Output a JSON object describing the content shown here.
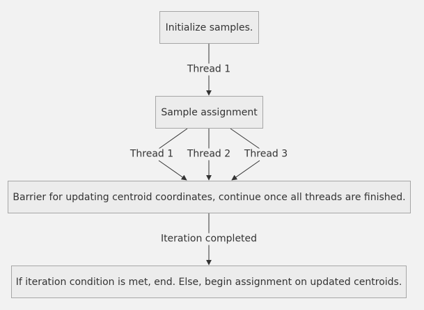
{
  "nodes": {
    "init": "Initialize samples.",
    "assign": "Sample assignment",
    "barrier": "Barrier for updating centroid coordinates, continue once all threads are finished.",
    "end": "If iteration condition is met, end. Else, begin assignment on updated centroids."
  },
  "edges": {
    "init_to_assign": "Thread 1",
    "assign_to_barrier_1": "Thread 1",
    "assign_to_barrier_2": "Thread 2",
    "assign_to_barrier_3": "Thread 3",
    "barrier_to_end": "Iteration completed"
  },
  "colors": {
    "background": "#f2f2f2",
    "node_fill": "#ececec",
    "node_border": "#a6a6a6",
    "edge": "#333333",
    "text": "#333333"
  }
}
